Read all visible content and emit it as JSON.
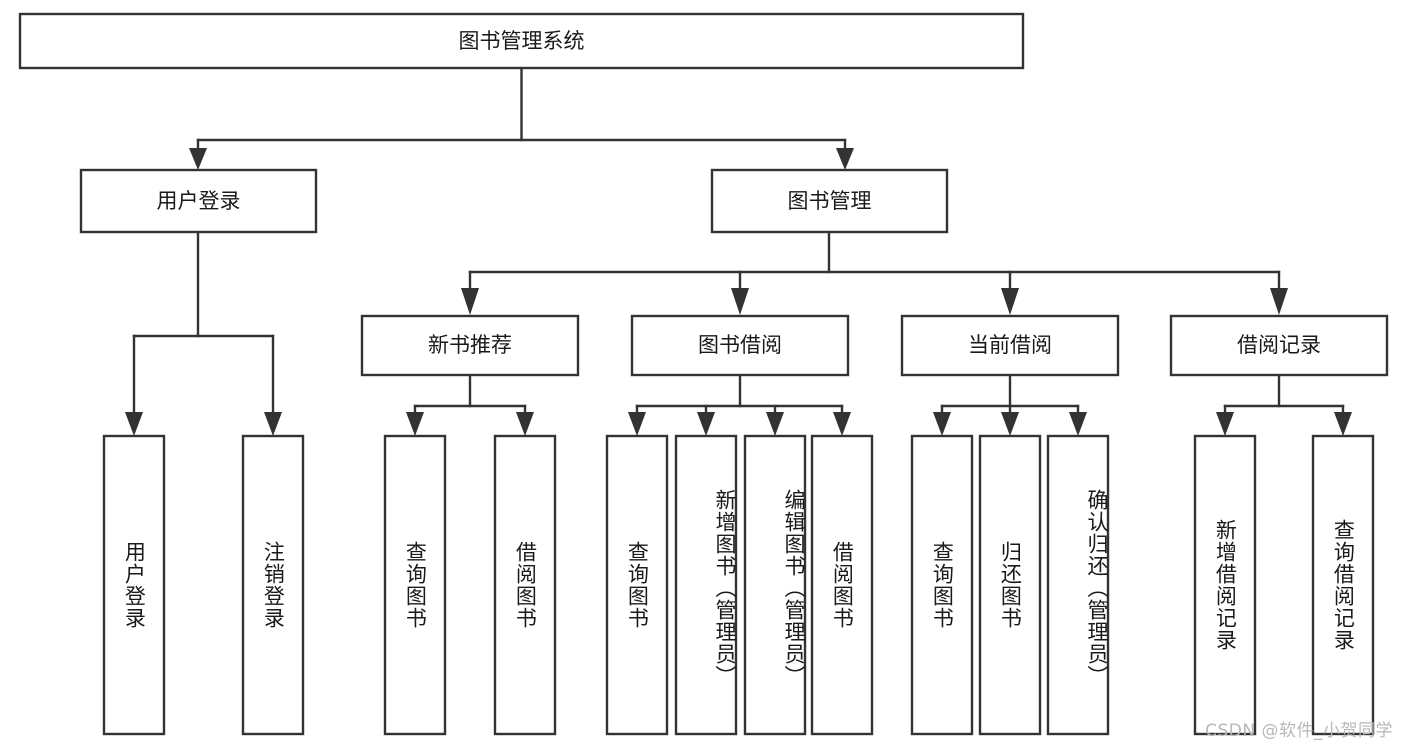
{
  "diagram": {
    "type": "tree",
    "title": "图书管理系统",
    "root": {
      "id": "root",
      "label": "图书管理系统",
      "orientation": "horizontal"
    },
    "level1": [
      {
        "id": "user-login",
        "label": "用户登录"
      },
      {
        "id": "book-management",
        "label": "图书管理"
      }
    ],
    "level2": [
      {
        "id": "new-book-recommend",
        "label": "新书推荐",
        "parent": "book-management"
      },
      {
        "id": "book-borrow",
        "label": "图书借阅",
        "parent": "book-management"
      },
      {
        "id": "current-borrow",
        "label": "当前借阅",
        "parent": "book-management"
      },
      {
        "id": "borrow-record",
        "label": "借阅记录",
        "parent": "book-management"
      }
    ],
    "leaves": {
      "user-login": [
        {
          "id": "leaf-user-login",
          "label": "用户登录"
        },
        {
          "id": "leaf-logout-login",
          "label": "注销登录"
        }
      ],
      "new-book-recommend": [
        {
          "id": "leaf-query-book-1",
          "label": "查询图书"
        },
        {
          "id": "leaf-borrow-book-1",
          "label": "借阅图书"
        }
      ],
      "book-borrow": [
        {
          "id": "leaf-query-book-2",
          "label": "查询图书"
        },
        {
          "id": "leaf-add-book",
          "label": "新增图书（管理员）"
        },
        {
          "id": "leaf-edit-book",
          "label": "编辑图书（管理员）"
        },
        {
          "id": "leaf-borrow-book-2",
          "label": "借阅图书"
        }
      ],
      "current-borrow": [
        {
          "id": "leaf-query-book-3",
          "label": "查询图书"
        },
        {
          "id": "leaf-return-book",
          "label": "归还图书"
        },
        {
          "id": "leaf-confirm-return",
          "label": "确认归还（管理员）"
        }
      ],
      "borrow-record": [
        {
          "id": "leaf-add-record",
          "label": "新增借阅记录"
        },
        {
          "id": "leaf-query-record",
          "label": "查询借阅记录"
        }
      ]
    }
  },
  "watermark": {
    "text": "CSDN @软件_小贺同学"
  },
  "colors": {
    "box_stroke": "#333333",
    "box_fill": "#ffffff",
    "text": "#1a1a1a",
    "background": "#ffffff",
    "watermark": "#b8b8b8"
  }
}
